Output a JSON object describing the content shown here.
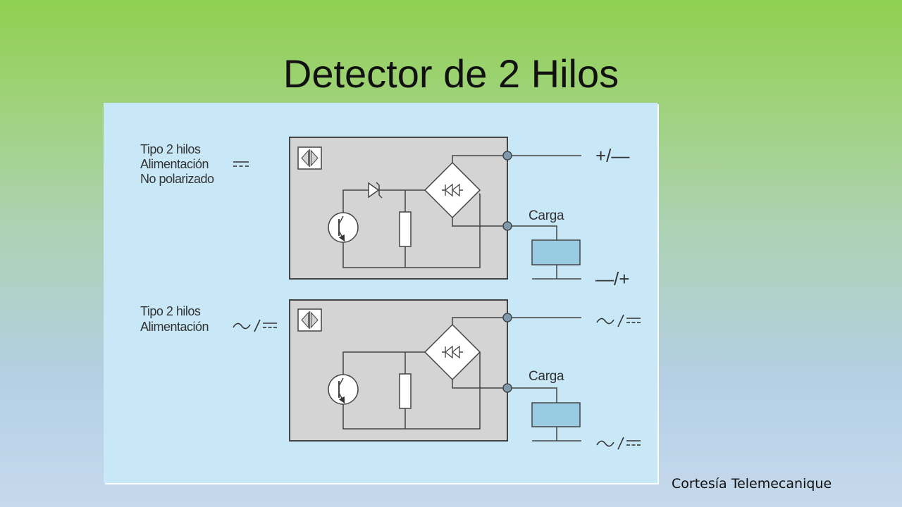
{
  "slide": {
    "title": "Detector de 2 Hilos",
    "credit": "Cortesía Telemecanique"
  },
  "diagram": {
    "top_block": {
      "label_lines": [
        "Tipo 2 hilos",
        "Alimentación",
        "No polarizado"
      ],
      "supply_symbol": "dc-symbol",
      "terminal_top": "+/—",
      "terminal_bottom": "—/+",
      "load_label": "Carga"
    },
    "bottom_block": {
      "label_lines": [
        "Tipo 2 hilos",
        "Alimentación"
      ],
      "supply_symbol": "ac-dc-symbol",
      "terminal_top": "ac-dc-symbol",
      "terminal_bottom": "ac-dc-symbol",
      "load_label": "Carga"
    },
    "colors": {
      "background": "#c8e8f8",
      "sensor_box": "#d4d4d4",
      "load_box": "#99cce2",
      "line": "#444444"
    }
  }
}
